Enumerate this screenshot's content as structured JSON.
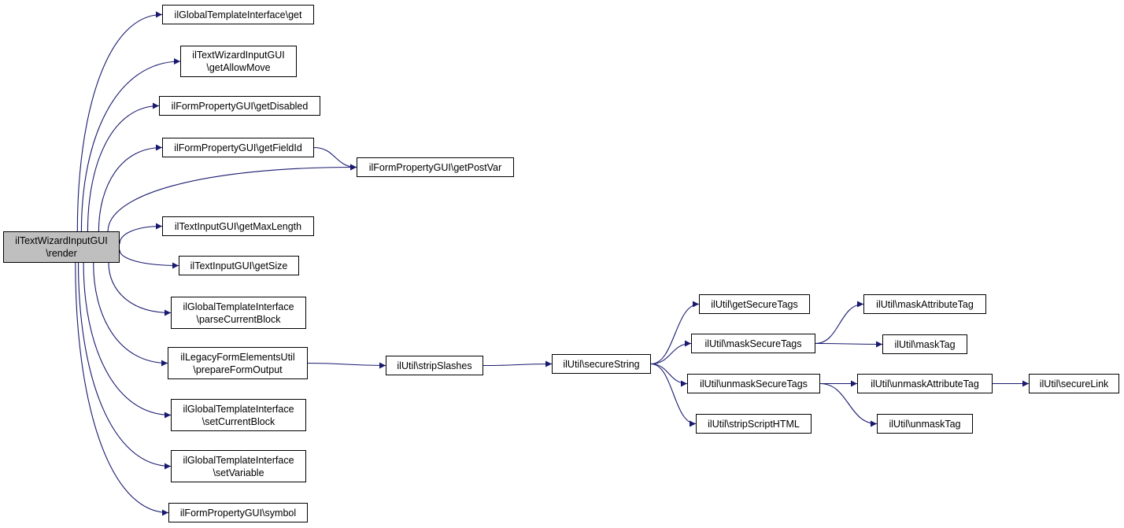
{
  "colors": {
    "edge": "#191970",
    "node_border": "#000000",
    "node_fill": "#ffffff",
    "root_fill": "#bfbfbf"
  },
  "nodes": [
    {
      "id": "render",
      "lines": [
        "ilTextWizardInputGUI",
        "\\render"
      ],
      "root": true
    },
    {
      "id": "tpl_get",
      "lines": [
        "ilGlobalTemplateInterface\\get"
      ]
    },
    {
      "id": "getAllowMove",
      "lines": [
        "ilTextWizardInputGUI",
        "\\getAllowMove"
      ]
    },
    {
      "id": "getDisabled",
      "lines": [
        "ilFormPropertyGUI\\getDisabled"
      ]
    },
    {
      "id": "getFieldId",
      "lines": [
        "ilFormPropertyGUI\\getFieldId"
      ]
    },
    {
      "id": "getPostVar",
      "lines": [
        "ilFormPropertyGUI\\getPostVar"
      ]
    },
    {
      "id": "getMaxLength",
      "lines": [
        "ilTextInputGUI\\getMaxLength"
      ]
    },
    {
      "id": "getSize",
      "lines": [
        "ilTextInputGUI\\getSize"
      ]
    },
    {
      "id": "parseCurrentBlock",
      "lines": [
        "ilGlobalTemplateInterface",
        "\\parseCurrentBlock"
      ]
    },
    {
      "id": "prepareFormOutput",
      "lines": [
        "ilLegacyFormElementsUtil",
        "\\prepareFormOutput"
      ]
    },
    {
      "id": "setCurrentBlock",
      "lines": [
        "ilGlobalTemplateInterface",
        "\\setCurrentBlock"
      ]
    },
    {
      "id": "setVariable",
      "lines": [
        "ilGlobalTemplateInterface",
        "\\setVariable"
      ]
    },
    {
      "id": "symbol",
      "lines": [
        "ilFormPropertyGUI\\symbol"
      ]
    },
    {
      "id": "stripSlashes",
      "lines": [
        "ilUtil\\stripSlashes"
      ]
    },
    {
      "id": "secureString",
      "lines": [
        "ilUtil\\secureString"
      ]
    },
    {
      "id": "getSecureTags",
      "lines": [
        "ilUtil\\getSecureTags"
      ]
    },
    {
      "id": "maskSecureTags",
      "lines": [
        "ilUtil\\maskSecureTags"
      ]
    },
    {
      "id": "unmaskSecureTags",
      "lines": [
        "ilUtil\\unmaskSecureTags"
      ]
    },
    {
      "id": "stripScriptHTML",
      "lines": [
        "ilUtil\\stripScriptHTML"
      ]
    },
    {
      "id": "maskAttributeTag",
      "lines": [
        "ilUtil\\maskAttributeTag"
      ]
    },
    {
      "id": "maskTag",
      "lines": [
        "ilUtil\\maskTag"
      ]
    },
    {
      "id": "unmaskAttributeTag",
      "lines": [
        "ilUtil\\unmaskAttributeTag"
      ]
    },
    {
      "id": "unmaskTag",
      "lines": [
        "ilUtil\\unmaskTag"
      ]
    },
    {
      "id": "secureLink",
      "lines": [
        "ilUtil\\secureLink"
      ]
    }
  ],
  "edges": [
    [
      "render",
      "tpl_get"
    ],
    [
      "render",
      "getAllowMove"
    ],
    [
      "render",
      "getDisabled"
    ],
    [
      "render",
      "getFieldId"
    ],
    [
      "render",
      "getPostVar"
    ],
    [
      "render",
      "getMaxLength"
    ],
    [
      "render",
      "getSize"
    ],
    [
      "render",
      "parseCurrentBlock"
    ],
    [
      "render",
      "prepareFormOutput"
    ],
    [
      "render",
      "setCurrentBlock"
    ],
    [
      "render",
      "setVariable"
    ],
    [
      "render",
      "symbol"
    ],
    [
      "getFieldId",
      "getPostVar"
    ],
    [
      "prepareFormOutput",
      "stripSlashes"
    ],
    [
      "stripSlashes",
      "secureString"
    ],
    [
      "secureString",
      "getSecureTags"
    ],
    [
      "secureString",
      "maskSecureTags"
    ],
    [
      "secureString",
      "unmaskSecureTags"
    ],
    [
      "secureString",
      "stripScriptHTML"
    ],
    [
      "maskSecureTags",
      "maskAttributeTag"
    ],
    [
      "maskSecureTags",
      "maskTag"
    ],
    [
      "unmaskSecureTags",
      "unmaskAttributeTag"
    ],
    [
      "unmaskSecureTags",
      "unmaskTag"
    ],
    [
      "unmaskAttributeTag",
      "secureLink"
    ]
  ]
}
